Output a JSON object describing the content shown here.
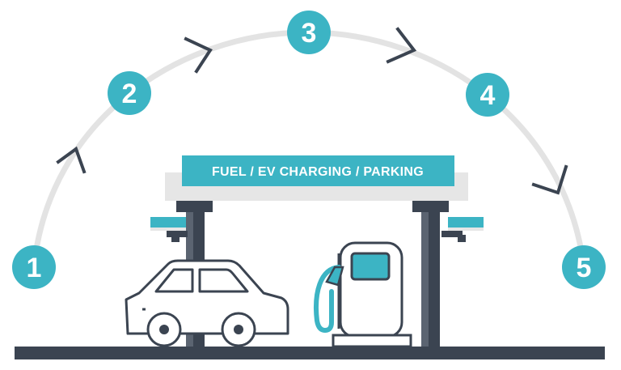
{
  "sign": {
    "label": "FUEL / EV CHARGING / PARKING"
  },
  "steps": [
    {
      "number": "1"
    },
    {
      "number": "2"
    },
    {
      "number": "3"
    },
    {
      "number": "4"
    },
    {
      "number": "5"
    }
  ],
  "colors": {
    "accent": "#3cb4c4",
    "dark": "#3b4451",
    "arc": "#e3e3e3",
    "canopy": "#e6e6e6",
    "white": "#ffffff"
  },
  "icons": [
    "chevron-right-icon",
    "car-icon",
    "fuel-pump-icon",
    "canopy-light-icon"
  ]
}
